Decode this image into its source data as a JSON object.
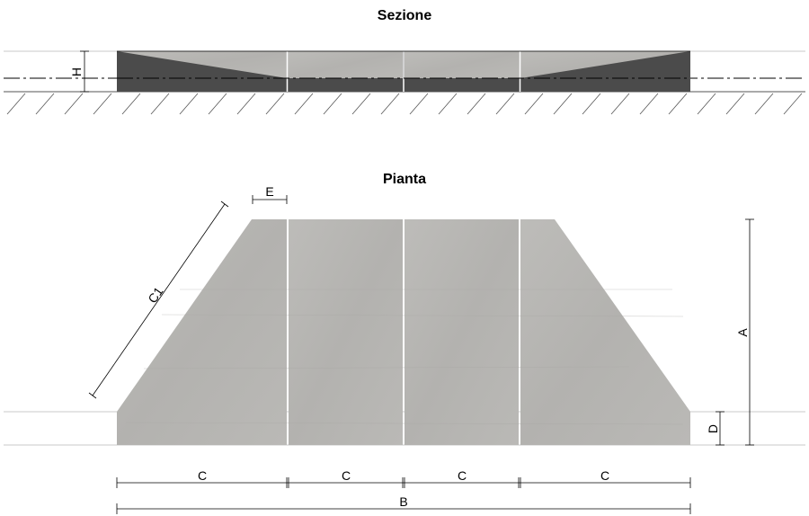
{
  "section": {
    "title": "Sezione",
    "height_label": "H"
  },
  "plan": {
    "title": "Pianta",
    "labels": {
      "e": "E",
      "c1": "C1",
      "a": "A",
      "d": "D",
      "c_segments": [
        "C",
        "C",
        "C",
        "C"
      ],
      "b": "B"
    }
  },
  "colors": {
    "concrete": "#b9b8b5",
    "concrete_dark": "#4b4b4b",
    "line": "#000000",
    "guide": "#c8c8c8"
  }
}
